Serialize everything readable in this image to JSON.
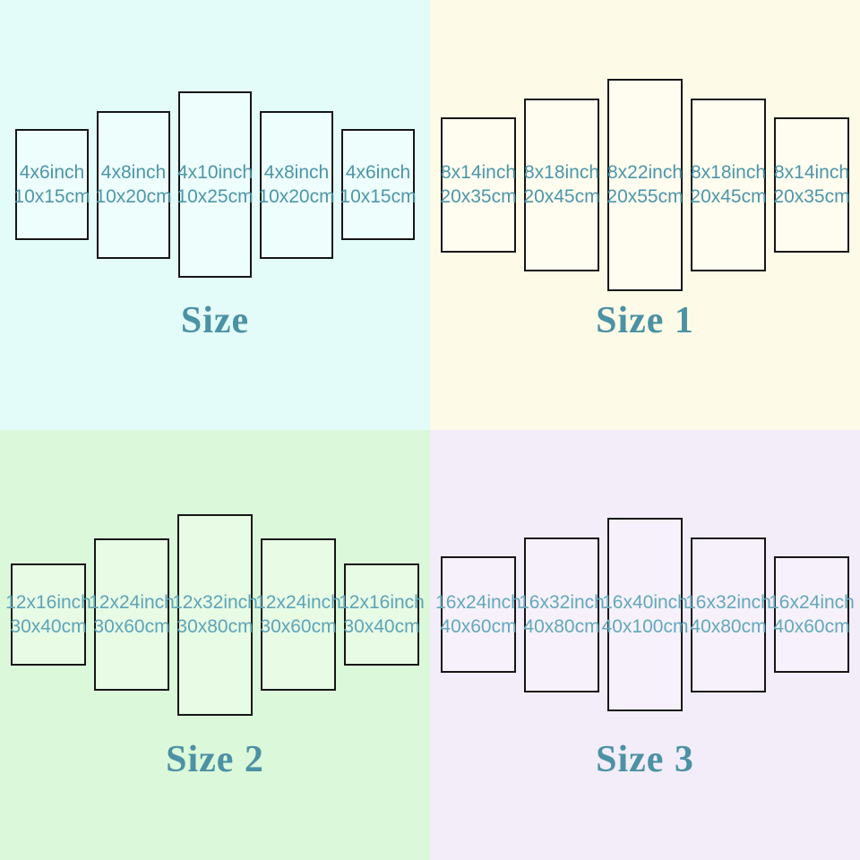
{
  "quadrants": [
    {
      "title": "Size",
      "bg_color": "#e3fcf9",
      "panel_fill": "#eefefc",
      "label_color": "#4d96a9",
      "title_color": "#4c91a4",
      "panels": [
        {
          "inch": "4x6inch",
          "cm": "10x15cm"
        },
        {
          "inch": "4x8inch",
          "cm": "10x20cm"
        },
        {
          "inch": "4x10inch",
          "cm": "10x25cm"
        },
        {
          "inch": "4x8inch",
          "cm": "10x20cm"
        },
        {
          "inch": "4x6inch",
          "cm": "10x15cm"
        }
      ]
    },
    {
      "title": "Size 1",
      "bg_color": "#fdfbe7",
      "panel_fill": "#fffdf0",
      "label_color": "#4d96a9",
      "title_color": "#4c91a4",
      "panels": [
        {
          "inch": "8x14inch",
          "cm": "20x35cm"
        },
        {
          "inch": "8x18inch",
          "cm": "20x45cm"
        },
        {
          "inch": "8x22inch",
          "cm": "20x55cm"
        },
        {
          "inch": "8x18inch",
          "cm": "20x45cm"
        },
        {
          "inch": "8x14inch",
          "cm": "20x35cm"
        }
      ]
    },
    {
      "title": "Size 2",
      "bg_color": "#dcf8da",
      "panel_fill": "#e7fbe5",
      "label_color": "#5ea4b6",
      "title_color": "#4c91a4",
      "panels": [
        {
          "inch": "12x16inch",
          "cm": "30x40cm"
        },
        {
          "inch": "12x24inch",
          "cm": "30x60cm"
        },
        {
          "inch": "12x32inch",
          "cm": "30x80cm"
        },
        {
          "inch": "12x24inch",
          "cm": "30x60cm"
        },
        {
          "inch": "12x16inch",
          "cm": "30x40cm"
        }
      ]
    },
    {
      "title": "Size 3",
      "bg_color": "#f2edf8",
      "panel_fill": "#f6f1fa",
      "label_color": "#64a7bc",
      "title_color": "#4c91a4",
      "panels": [
        {
          "inch": "16x24inch",
          "cm": "40x60cm"
        },
        {
          "inch": "16x32inch",
          "cm": "40x80cm"
        },
        {
          "inch": "16x40inch",
          "cm": "40x100cm"
        },
        {
          "inch": "16x32inch",
          "cm": "40x80cm"
        },
        {
          "inch": "16x24inch",
          "cm": "40x60cm"
        }
      ]
    }
  ]
}
